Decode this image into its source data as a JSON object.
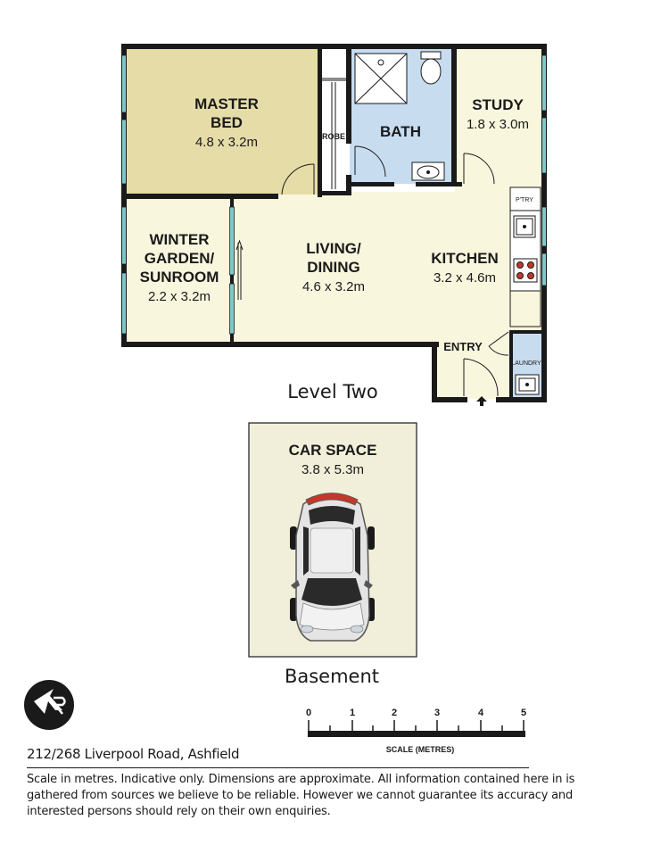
{
  "rooms": {
    "master_bed": {
      "name_line1": "MASTER",
      "name_line2": "BED",
      "dims": "4.8 x 3.2m"
    },
    "robe": {
      "name": "ROBE"
    },
    "bath": {
      "name": "BATH"
    },
    "study": {
      "name": "STUDY",
      "dims": "1.8 x 3.0m"
    },
    "pantry": {
      "name": "P'TRY"
    },
    "winter_garden": {
      "name_line1": "WINTER",
      "name_line2": "GARDEN/",
      "name_line3": "SUNROOM",
      "dims": "2.2 x 3.2m"
    },
    "living": {
      "name_line1": "LIVING/",
      "name_line2": "DINING",
      "dims": "4.6 x 3.2m"
    },
    "kitchen": {
      "name": "KITCHEN",
      "dims": "3.2 x 4.6m"
    },
    "entry": {
      "name": "ENTRY"
    },
    "laundry": {
      "name": "LAUNDRY"
    },
    "car_space": {
      "name": "CAR SPACE",
      "dims": "3.8 x 5.3m"
    }
  },
  "levels": {
    "level_two": "Level Two",
    "basement": "Basement"
  },
  "scale": {
    "ticks": [
      "0",
      "1",
      "2",
      "3",
      "4",
      "5"
    ],
    "caption": "SCALE (METRES)"
  },
  "address": "212/268 Liverpool Road, Ashfield",
  "disclaimer": "Scale in metres. Indicative only. Dimensions are approximate. All information contained here in is gathered from sources we believe to be reliable. However we cannot guarantee its accuracy and interested persons should rely on their own enquiries.",
  "colors": {
    "wall": "#1a1a1a",
    "master_bed_fill": "#e6dca8",
    "living_fill": "#f9f6de",
    "bath_fill": "#c8dcf0",
    "window": "#7ec8c8",
    "car_space_fill": "#f1efd9"
  },
  "icons": {
    "compass": "north-compass-icon",
    "car": "car-icon",
    "entry_arrow": "entry-arrow-icon"
  }
}
